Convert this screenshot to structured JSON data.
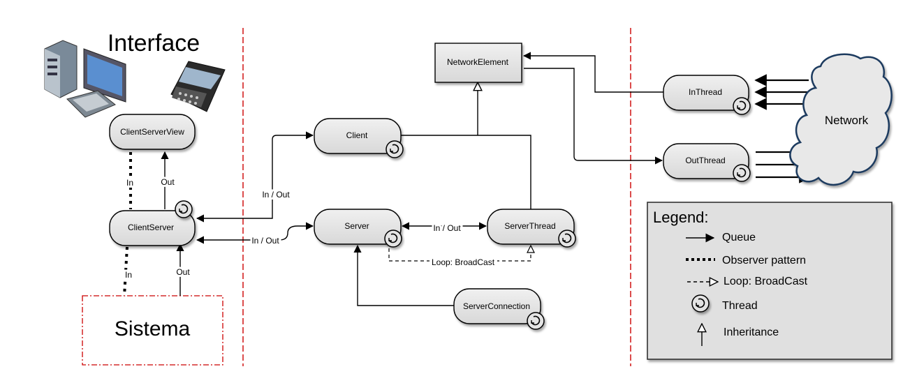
{
  "regions": {
    "interface_title": "Interface",
    "sistema_label": "Sistema"
  },
  "nodes": {
    "client_server_view": "ClientServerView",
    "client_server": "ClientServer",
    "client": "Client",
    "server": "Server",
    "server_thread": "ServerThread",
    "server_connection": "ServerConnection",
    "network_element": "NetworkElement",
    "in_thread": "InThread",
    "out_thread": "OutThread",
    "network": "Network"
  },
  "edge_labels": {
    "in_upper": "In",
    "out_upper": "Out",
    "in_lower": "In",
    "out_lower": "Out",
    "in_out_client": "In / Out",
    "in_out_server": "In / Out",
    "in_out_server_thread": "In / Out",
    "loop_broadcast": "Loop: BroadCast"
  },
  "legend": {
    "title": "Legend:",
    "queue": "Queue",
    "observer": "Observer pattern",
    "loop": "Loop: BroadCast",
    "thread": "Thread",
    "inheritance": "Inheritance"
  },
  "colors": {
    "divider": "#cc0000",
    "node_fill": "#e6e6e6",
    "legend_fill": "#e0e0e0",
    "cloud_stroke": "#1f3a5f"
  },
  "icons": [
    "desktop-computer-icon",
    "smartphone-icon",
    "thread-icon"
  ]
}
